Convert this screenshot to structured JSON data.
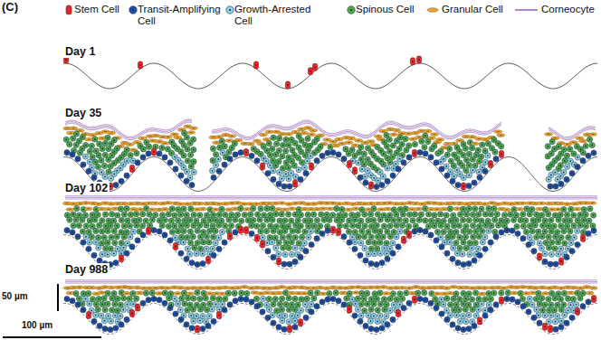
{
  "diagram": {
    "labels": [
      "(C)",
      "Day 1",
      "Day 35",
      "Day 102",
      "Day 988",
      "50 µm",
      "100 µm"
    ],
    "legend": [
      {
        "text": "Stem Cell",
        "color": "#e8262b"
      },
      {
        "text": "Transit-Amplifying Cell",
        "color": "#1f4fa8"
      },
      {
        "text": "Growth-Arrested Cell",
        "color": "#8fd3e8"
      },
      {
        "text": "Spinous Cell",
        "color": "#4cae4c"
      },
      {
        "text": "Granular Cell",
        "color": "#f0a830"
      },
      {
        "text": "Corneocyte"
      }
    ]
  }
}
